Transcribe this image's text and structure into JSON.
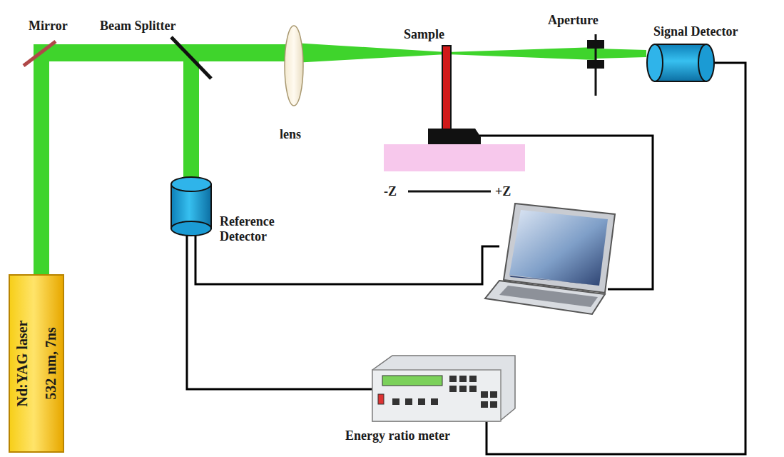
{
  "diagram": {
    "nodes": [
      {
        "text": [
          "Nd:YAG laser",
          "532 nm, 7ns"
        ]
      }
    ],
    "labels": [
      "Mirror",
      "Beam Splitter",
      "lens",
      "Sample",
      "Aperture",
      "Signal Detector",
      "Reference Detector",
      "-Z",
      "+Z",
      "Energy ratio meter"
    ]
  }
}
